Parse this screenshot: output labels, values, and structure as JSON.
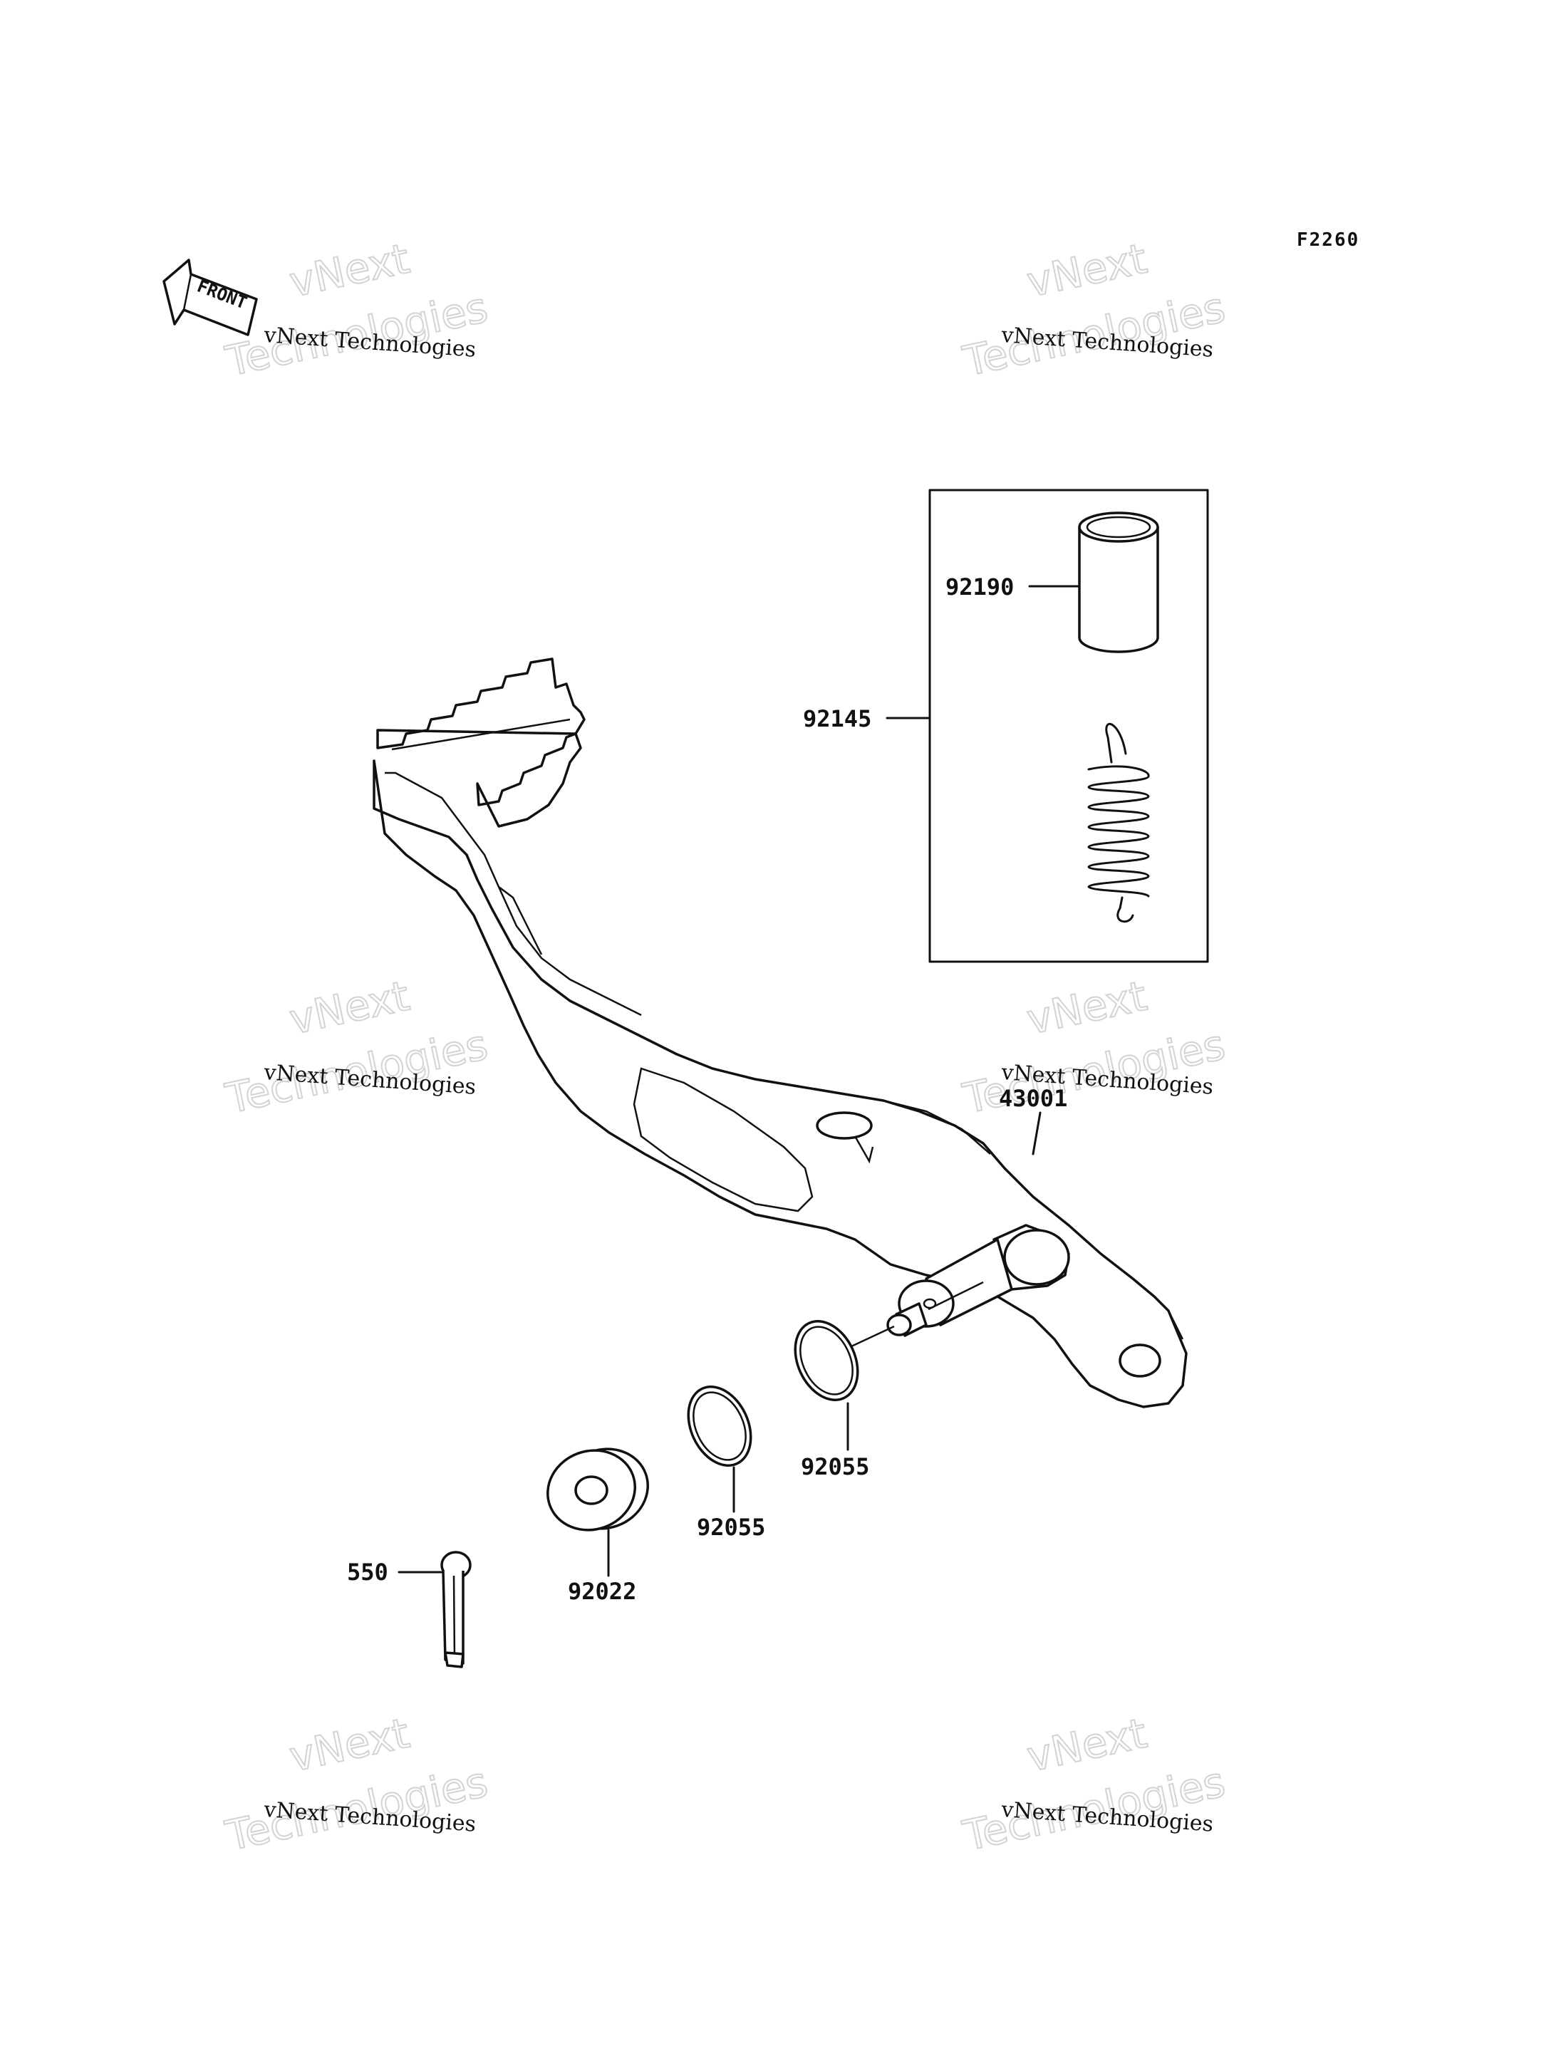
{
  "diagram": {
    "figure_code": "F2260",
    "front_label": "FRONT",
    "watermark": {
      "small": "vNext Technologies",
      "big_line1": "vNext",
      "big_line2": "Technologies"
    },
    "callouts": {
      "p92190": "92190",
      "p92145": "92145",
      "p43001": "43001",
      "p92055_a": "92055",
      "p92055_b": "92055",
      "p92022": "92022",
      "p550": "550"
    }
  }
}
